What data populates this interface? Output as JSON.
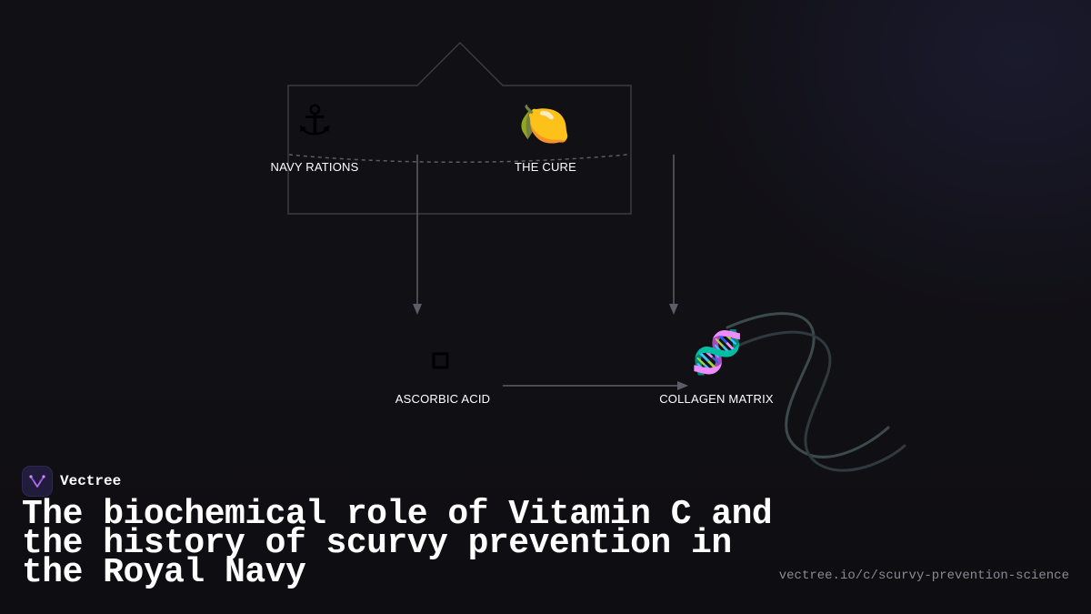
{
  "diagram": {
    "nodes": [
      {
        "id": "navy",
        "label": "NAVY RATIONS",
        "icon": "anchor-icon",
        "glyph": "⚓"
      },
      {
        "id": "cure",
        "label": "THE CURE",
        "icon": "lemon-icon",
        "glyph": "🍋"
      },
      {
        "id": "acid",
        "label": "ASCORBIC ACID",
        "icon": "molecule-placeholder-icon",
        "glyph": ""
      },
      {
        "id": "collagen",
        "label": "COLLAGEN MATRIX",
        "icon": "dna-icon",
        "glyph": "🧬"
      }
    ],
    "colors": {
      "edge": "#5d5d68",
      "group_border": "#3a3a42",
      "helix": "#3c4a4e"
    }
  },
  "brand": {
    "name": "Vectree",
    "logo_icon": "vectree-logo-icon",
    "accent": "#b46cf0"
  },
  "title": "The biochemical role of Vitamin C and the history of scurvy prevention in the Royal Navy",
  "url": "vectree.io/c/scurvy-prevention-science"
}
